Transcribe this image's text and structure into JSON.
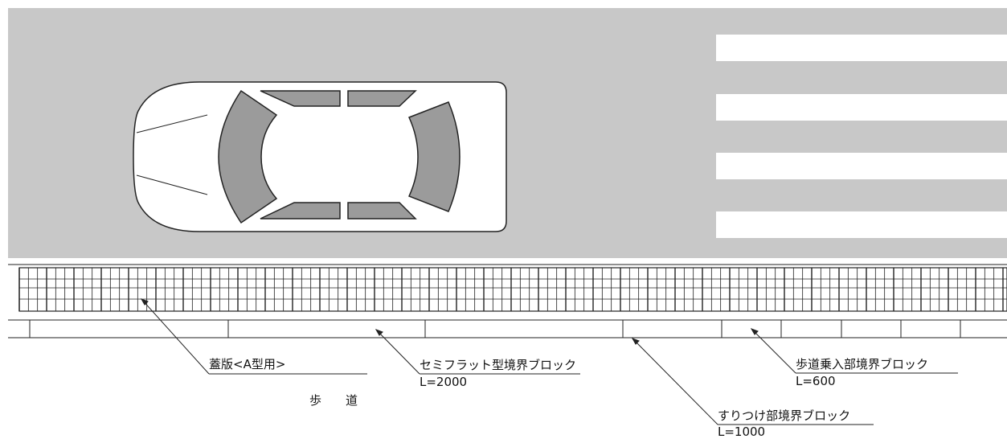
{
  "colors": {
    "road": "#c8c8c8",
    "window": "#9b9b9b",
    "car": "#ffffff",
    "line": "#222222"
  },
  "labels": {
    "grate_cover": "蓋版<A型用>",
    "semiflat_block": "セミフラット型境界ブロック",
    "semiflat_length": "L=2000",
    "transition_block": "すりつけ部境界ブロック",
    "transition_length": "L=1000",
    "driveway_block": "歩道乗入部境界ブロック",
    "driveway_length": "L=600",
    "sidewalk_char1": "歩",
    "sidewalk_char2": "道"
  },
  "icons": [
    "car-top-view",
    "crosswalk-stripes",
    "grating-pattern"
  ]
}
